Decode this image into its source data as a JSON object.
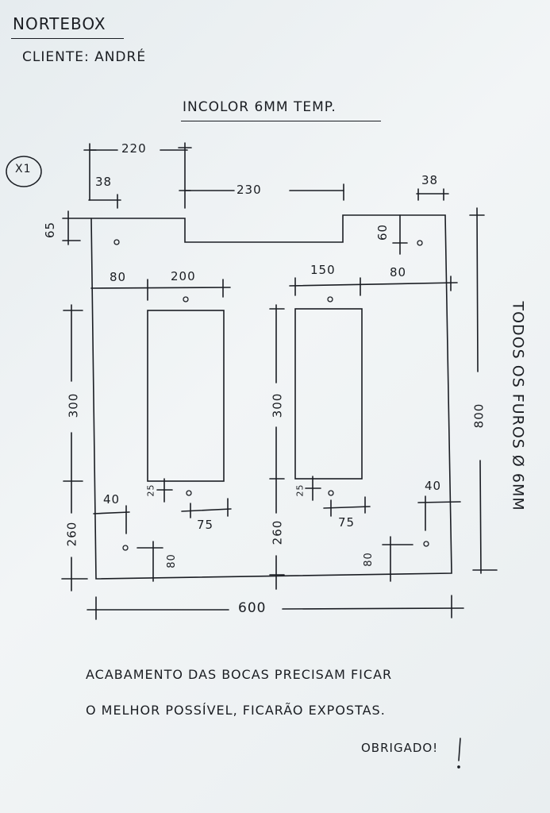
{
  "header": {
    "company": "NORTEBOX",
    "client": "CLIENTE: ANDRÉ",
    "glass": "INCOLOR 6MM TEMP.",
    "qty": "X1"
  },
  "dims": {
    "d220": "220",
    "d38l": "38",
    "d230": "230",
    "d38r": "38",
    "d65": "65",
    "d60": "60",
    "d80l": "80",
    "d200": "200",
    "d150": "150",
    "d80r": "80",
    "d300l": "300",
    "d300m": "300",
    "d800": "800",
    "d25l": "25",
    "d25m": "25",
    "d40l": "40",
    "d40r": "40",
    "d75l": "75",
    "d75r": "75",
    "d260l": "260",
    "d260m": "260",
    "d80bl": "80",
    "d80br": "80",
    "d600": "600"
  },
  "side_note": "TODOS OS FUROS Ø 6MM",
  "notes": {
    "line1": "ACABAMENTO DAS BOCAS PRECISAM FICAR",
    "line2": "O MELHOR POSSÍVEL, FICARÃO EXPOSTAS.",
    "thanks": "OBRIGADO!"
  }
}
